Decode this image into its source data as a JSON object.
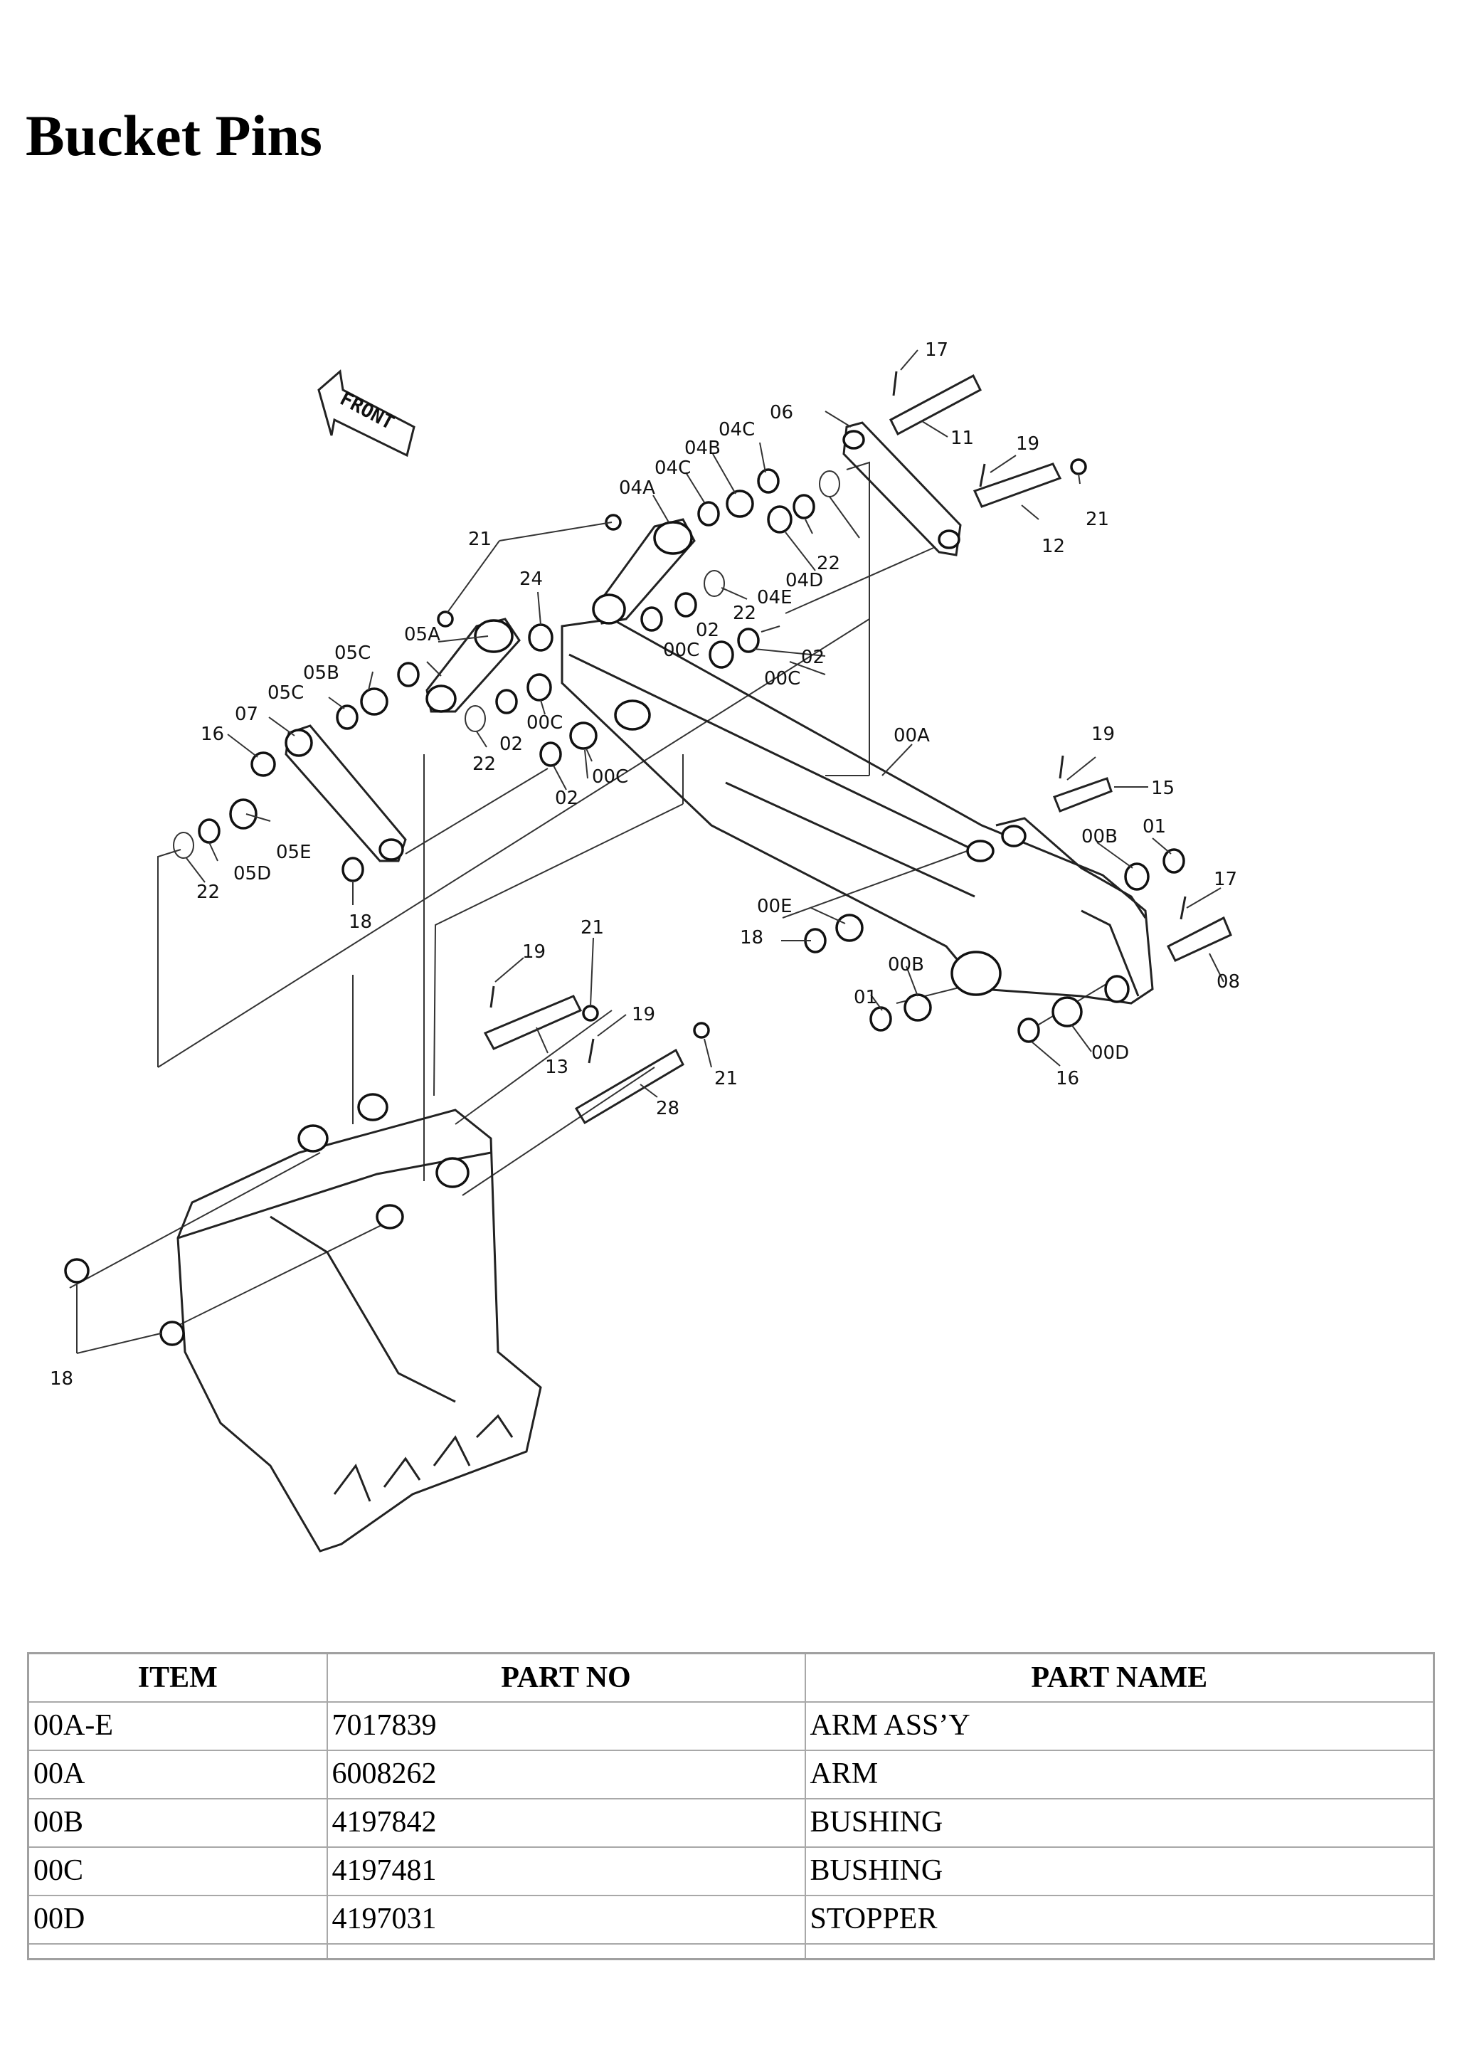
{
  "page": {
    "title": "Bucket Pins"
  },
  "diagram": {
    "direction_label": "FRONT",
    "callouts": [
      {
        "id": "c17a",
        "text": "17"
      },
      {
        "id": "c11",
        "text": "11"
      },
      {
        "id": "c06",
        "text": "06"
      },
      {
        "id": "c04c1",
        "text": "04C"
      },
      {
        "id": "c04b",
        "text": "04B"
      },
      {
        "id": "c04c2",
        "text": "04C"
      },
      {
        "id": "c04a",
        "text": "04A"
      },
      {
        "id": "c19a",
        "text": "19"
      },
      {
        "id": "c21a",
        "text": "21"
      },
      {
        "id": "c12",
        "text": "12"
      },
      {
        "id": "c21b",
        "text": "21"
      },
      {
        "id": "c24",
        "text": "24"
      },
      {
        "id": "c22a",
        "text": "22"
      },
      {
        "id": "c04d",
        "text": "04D"
      },
      {
        "id": "c22b",
        "text": "22"
      },
      {
        "id": "c04e",
        "text": "04E"
      },
      {
        "id": "c02a",
        "text": "02"
      },
      {
        "id": "c00ca",
        "text": "00C"
      },
      {
        "id": "c02b",
        "text": "02"
      },
      {
        "id": "c00cb",
        "text": "00C"
      },
      {
        "id": "c05a",
        "text": "05A"
      },
      {
        "id": "c05ca",
        "text": "05C"
      },
      {
        "id": "c05b",
        "text": "05B"
      },
      {
        "id": "c05cb",
        "text": "05C"
      },
      {
        "id": "c07",
        "text": "07"
      },
      {
        "id": "c16a",
        "text": "16"
      },
      {
        "id": "c00cc",
        "text": "00C"
      },
      {
        "id": "c02c",
        "text": "02"
      },
      {
        "id": "c22c",
        "text": "22"
      },
      {
        "id": "c00cd",
        "text": "00C"
      },
      {
        "id": "c02d",
        "text": "02"
      },
      {
        "id": "c00a",
        "text": "00A"
      },
      {
        "id": "c05e",
        "text": "05E"
      },
      {
        "id": "c05d",
        "text": "05D"
      },
      {
        "id": "c22d",
        "text": "22"
      },
      {
        "id": "c18a",
        "text": "18"
      },
      {
        "id": "c19b",
        "text": "19"
      },
      {
        "id": "c15",
        "text": "15"
      },
      {
        "id": "c00b1",
        "text": "00B"
      },
      {
        "id": "c01a",
        "text": "01"
      },
      {
        "id": "c17b",
        "text": "17"
      },
      {
        "id": "c00e",
        "text": "00E"
      },
      {
        "id": "c18b",
        "text": "18"
      },
      {
        "id": "c00b2",
        "text": "00B"
      },
      {
        "id": "c08",
        "text": "08"
      },
      {
        "id": "c01b",
        "text": "01"
      },
      {
        "id": "c00d",
        "text": "00D"
      },
      {
        "id": "c16b",
        "text": "16"
      },
      {
        "id": "c21c",
        "text": "21"
      },
      {
        "id": "c19c",
        "text": "19"
      },
      {
        "id": "c13",
        "text": "13"
      },
      {
        "id": "c19d",
        "text": "19"
      },
      {
        "id": "c21d",
        "text": "21"
      },
      {
        "id": "c28",
        "text": "28"
      },
      {
        "id": "c18c",
        "text": "18"
      }
    ]
  },
  "parts_table": {
    "headers": [
      "ITEM",
      "PART NO",
      "PART NAME"
    ],
    "rows": [
      {
        "item": "00A-E",
        "part_no": "7017839",
        "part_name": "ARM ASS’Y"
      },
      {
        "item": "00A",
        "part_no": "6008262",
        "part_name": "ARM"
      },
      {
        "item": "00B",
        "part_no": "4197842",
        "part_name": "BUSHING"
      },
      {
        "item": "00C",
        "part_no": "4197481",
        "part_name": "BUSHING"
      },
      {
        "item": "00D",
        "part_no": "4197031",
        "part_name": "STOPPER"
      }
    ]
  }
}
